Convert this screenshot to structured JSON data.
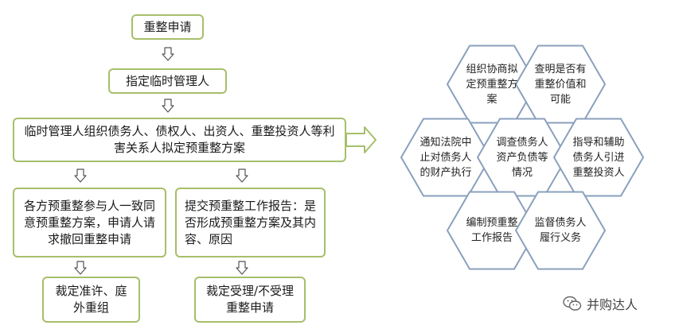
{
  "flowchart": {
    "step_apply": "重整申请",
    "step_designate": "指定临时管理人",
    "step_prepare": "临时管理人组织债务人、债权人、出资人、重整投资人等利害关系人拟定预重整方案",
    "branch_left": "各方预重整参与人一致同意预重整方案，申请人请求撤回重整申请",
    "branch_right": "提交预重整工作报告：是否形成预重整方案及其内容、原因",
    "result_left": "裁定准许、庭外重组",
    "result_right": "裁定受理/不受理重整申请"
  },
  "duties": [
    "组织协商拟定预重整方案",
    "查明是否有重整价值和可能",
    "通知法院中止对债务人的财产执行",
    "调查债务人资产负债等情况",
    "指导和辅助债务人引进重整投资人",
    "编制预重整工作报告",
    "监督债务人履行义务"
  ],
  "watermark": {
    "icon": "wechat-icon",
    "text": "并购达人"
  },
  "colors": {
    "box_border": "#a6bf6a",
    "hex_border": "#8aa0bd",
    "hex_fill": "#ffffff"
  }
}
